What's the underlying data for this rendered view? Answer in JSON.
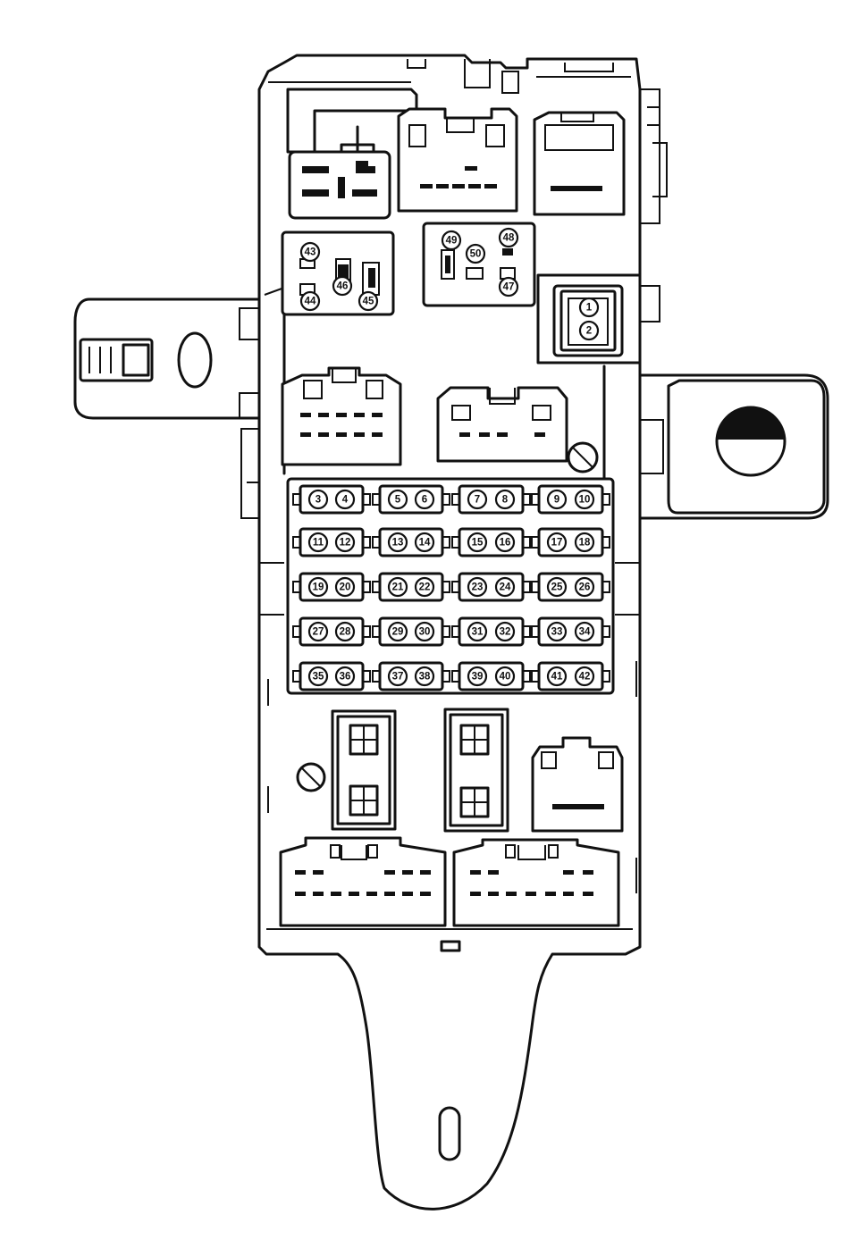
{
  "diagram": {
    "labels": [
      "1",
      "2",
      "3",
      "4",
      "5",
      "6",
      "7",
      "8",
      "9",
      "10",
      "11",
      "12",
      "13",
      "14",
      "15",
      "16",
      "17",
      "18",
      "19",
      "20",
      "21",
      "22",
      "23",
      "24",
      "25",
      "26",
      "27",
      "28",
      "29",
      "30",
      "31",
      "32",
      "33",
      "34",
      "35",
      "36",
      "37",
      "38",
      "39",
      "40",
      "41",
      "42",
      "43",
      "44",
      "45",
      "46",
      "47",
      "48",
      "49",
      "50"
    ],
    "line_color": "#111111",
    "background": "#ffffff"
  }
}
